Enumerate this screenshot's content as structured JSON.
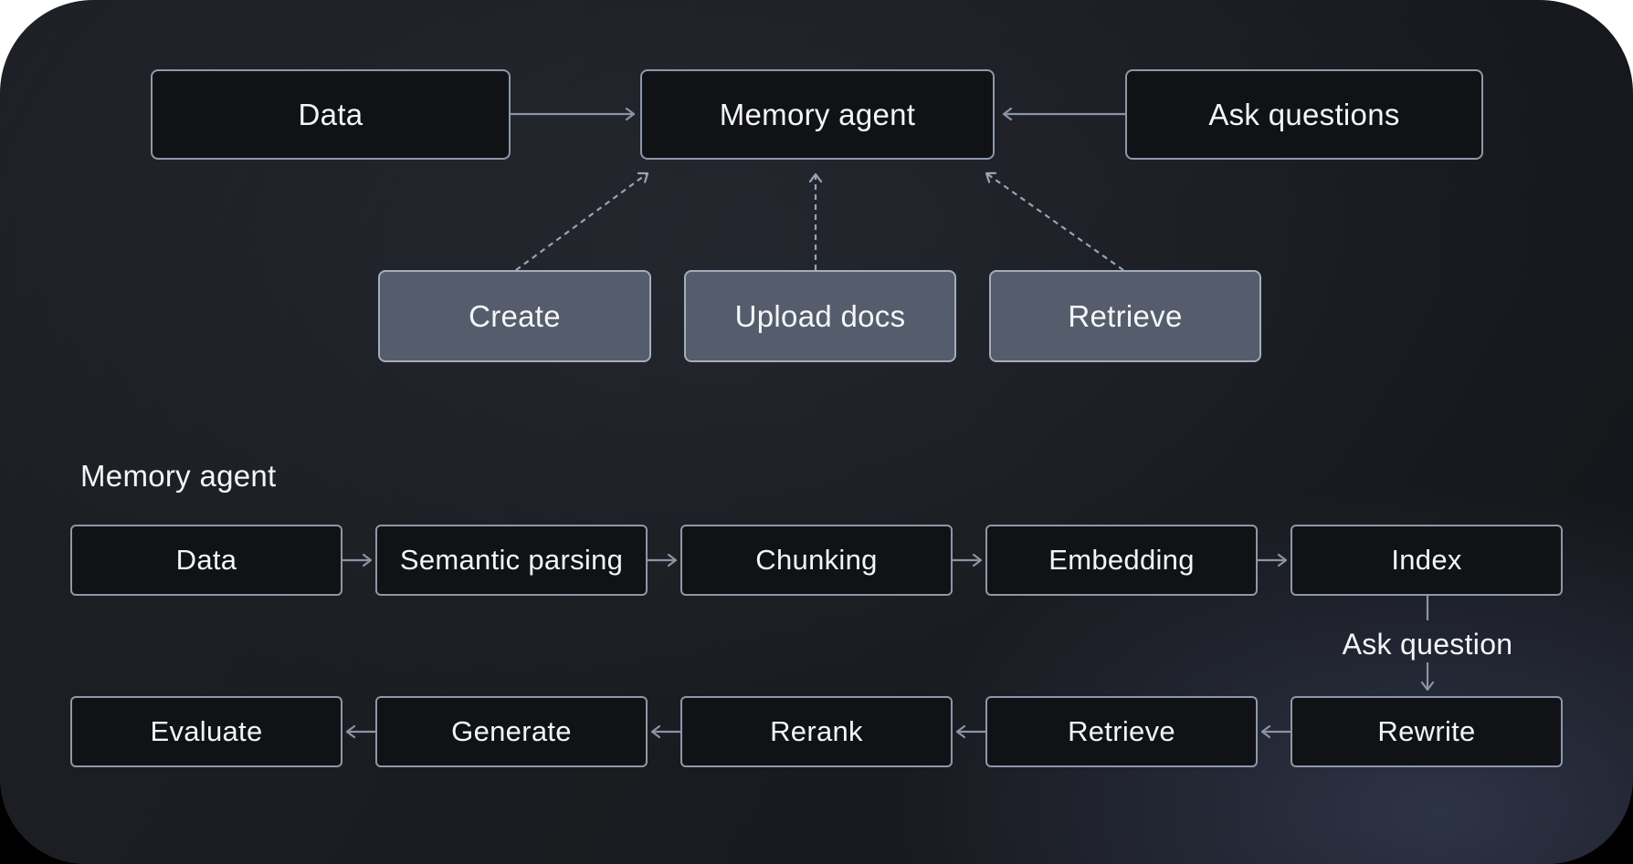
{
  "colors": {
    "canvas_background": "#1a1c21",
    "node_dark_fill": "#111216",
    "node_dark_border": "#8e98aa",
    "node_gray_fill": "#555d6c",
    "node_gray_border": "#a4adbc",
    "arrow": "#8b94a6",
    "dashed_arrow": "#9aa3b5",
    "text": "#f4f5f7"
  },
  "overview": {
    "nodes": [
      {
        "label": "Data"
      },
      {
        "label": "Memory agent"
      },
      {
        "label": "Ask questions"
      }
    ],
    "operations": [
      {
        "label": "Create"
      },
      {
        "label": "Upload docs"
      },
      {
        "label": "Retrieve"
      }
    ]
  },
  "pipeline": {
    "title": "Memory agent",
    "ingest_row": [
      {
        "label": "Data"
      },
      {
        "label": "Semantic parsing"
      },
      {
        "label": "Chunking"
      },
      {
        "label": "Embedding"
      },
      {
        "label": "Index"
      }
    ],
    "connector_label": "Ask question",
    "query_row": [
      {
        "label": "Evaluate"
      },
      {
        "label": "Generate"
      },
      {
        "label": "Rerank"
      },
      {
        "label": "Retrieve"
      },
      {
        "label": "Rewrite"
      }
    ]
  }
}
